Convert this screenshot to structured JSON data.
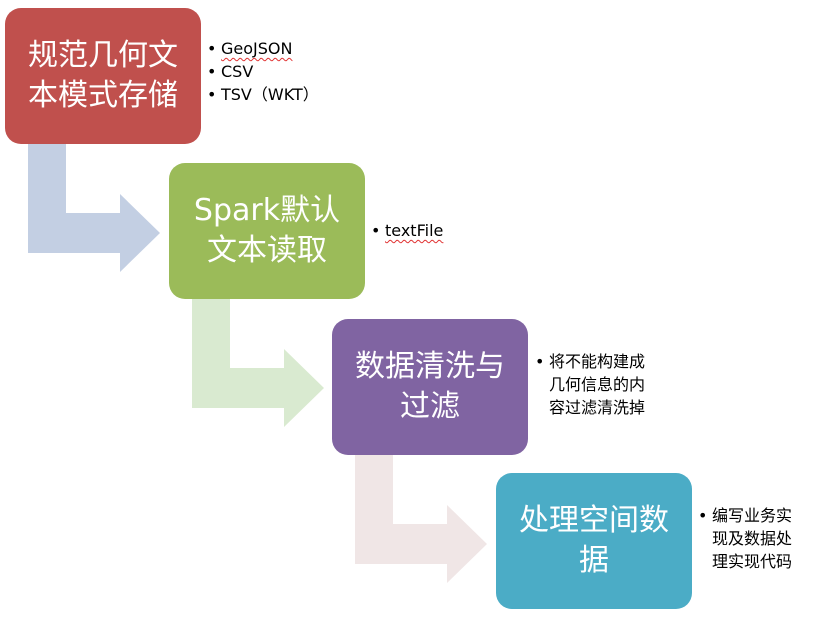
{
  "steps": [
    {
      "lines": [
        "规范几何文",
        "本模式存储"
      ],
      "color": "#c0504d",
      "notes": [
        [
          "GeoJSON"
        ],
        [
          "CSV"
        ],
        [
          "TSV（WKT）"
        ]
      ]
    },
    {
      "lines": [
        "Spark默认",
        "文本读取"
      ],
      "color": "#9bbb59",
      "notes": [
        [
          "textFile"
        ]
      ]
    },
    {
      "lines": [
        "数据清洗与",
        "过滤"
      ],
      "color": "#8064a2",
      "notes": [
        [
          "将不能构建成",
          "几何信息的内",
          "容过滤清洗掉"
        ]
      ]
    },
    {
      "lines": [
        "处理空间数",
        "据"
      ],
      "color": "#4bacc6",
      "notes": [
        [
          "编写业务实",
          "现及数据处",
          "理实现代码"
        ]
      ]
    }
  ],
  "arrow_colors": [
    "#c3cfe3",
    "#d9ead0",
    "#f0e6e6"
  ]
}
